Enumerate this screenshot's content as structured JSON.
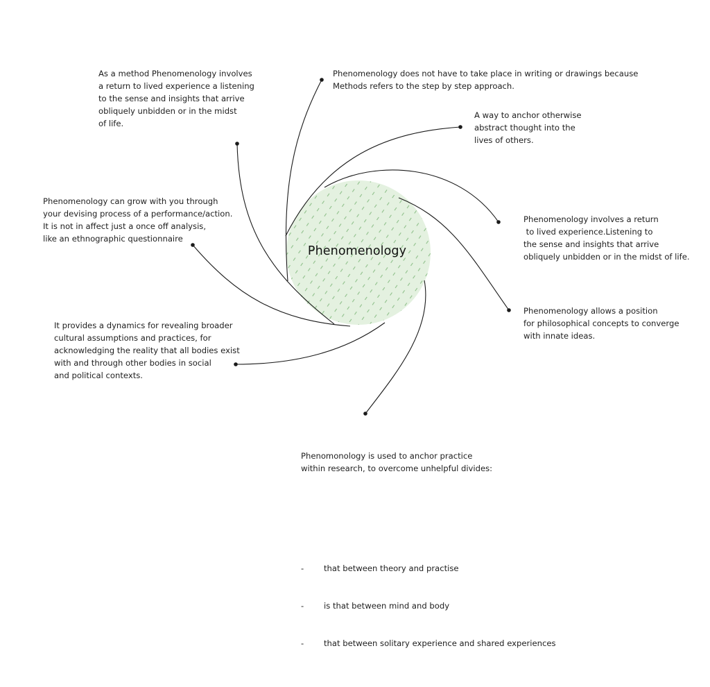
{
  "center": {
    "label": "Phenomenology",
    "fill_color": "#e4f1e0",
    "hatch_color": "#8fc08a"
  },
  "line_color": "#1a1a1a",
  "notes": {
    "method": "As a method Phenomenology involves\na return to lived experience a listening\nto the sense and insights that arrive\nobliquely unbidden or in the midst\nof life.",
    "writing": "Phenomenology does not have to take place in writing or drawings because\nMethods refers to the step by step approach.",
    "anchor": "A way to anchor otherwise\nabstract thought into the\nlives of others.",
    "return": "Phenomenology involves a return\n to lived experience.Listening to\nthe sense and insights that arrive\nobliquely unbidden or in the midst of life.",
    "grow": "Phenomenology can grow with you through\nyour devising process of a performance/action.\nIt is not in affect just a once off analysis,\nlike an ethnographic questionnaire",
    "position": "Phenomenology allows a position\nfor philosophical concepts to converge\nwith innate ideas.",
    "dynamics": "It provides a dynamics for revealing broader\ncultural assumptions and practices, for\nacknowledging the reality that all bodies exist\nwith and through other bodies in social\nand political contexts.",
    "research": {
      "intro": "Phenomonology is used to anchor practice\nwithin research, to overcome unhelpful divides:",
      "bullet_marker": "-",
      "bullets": [
        "that between theory and practise",
        "is that between mind and body",
        "that between solitary experience and shared experiences"
      ]
    }
  }
}
